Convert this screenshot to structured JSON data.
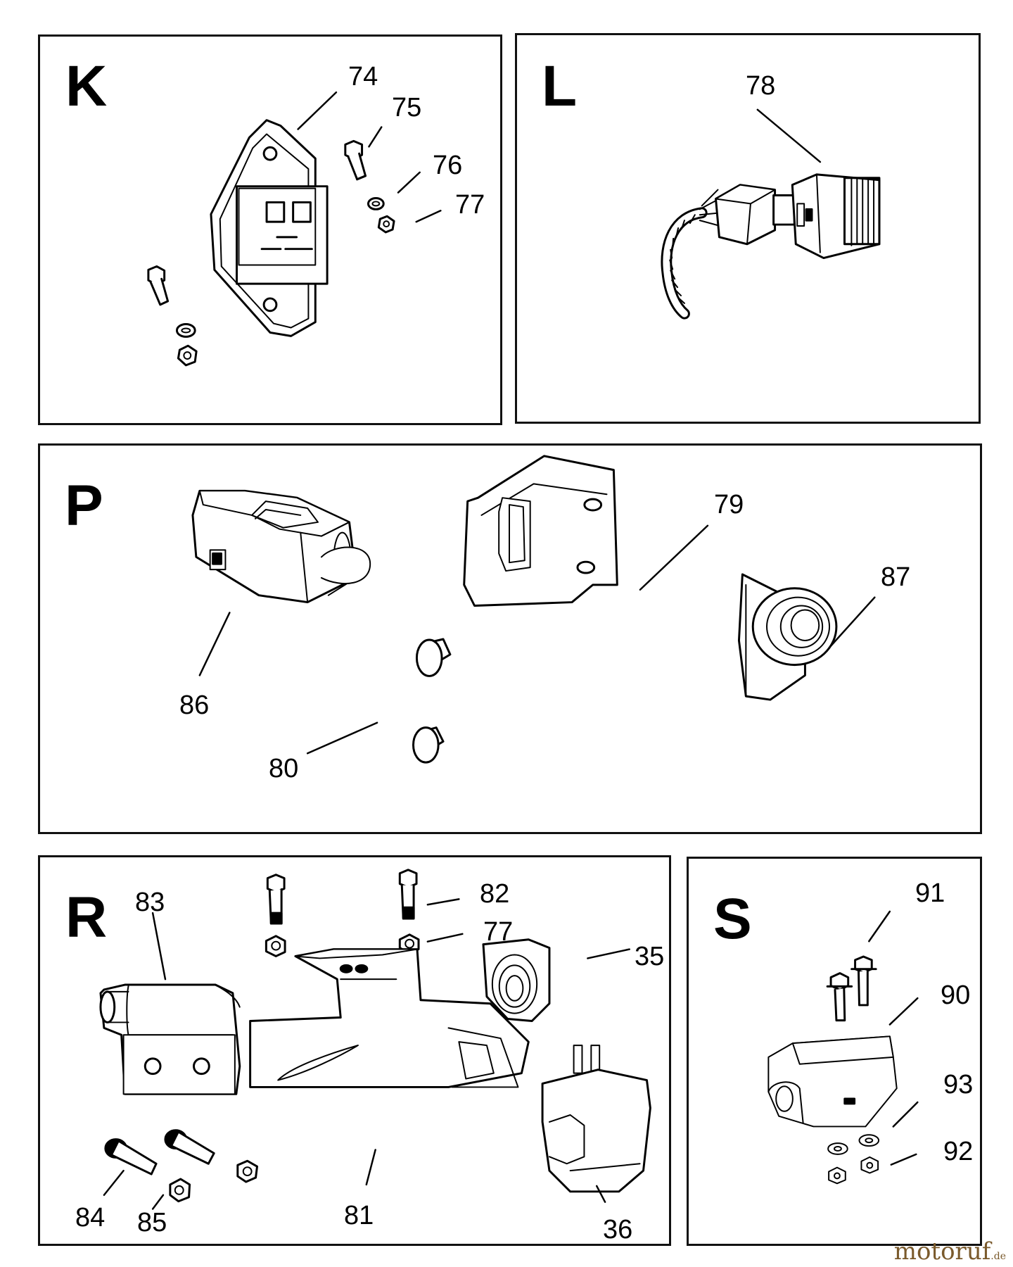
{
  "panels": {
    "k": {
      "letter": "K",
      "labels": [
        "74",
        "75",
        "76",
        "77"
      ]
    },
    "l": {
      "letter": "L",
      "labels": [
        "78"
      ]
    },
    "p": {
      "letter": "P",
      "labels": [
        "79",
        "87",
        "86",
        "80"
      ]
    },
    "r": {
      "letter": "R",
      "labels": [
        "83",
        "82",
        "77",
        "35",
        "84",
        "85",
        "81",
        "36"
      ]
    },
    "s": {
      "letter": "S",
      "labels": [
        "91",
        "90",
        "93",
        "92"
      ]
    }
  },
  "watermark": {
    "text": "motoruf",
    "suffix": ".de"
  }
}
